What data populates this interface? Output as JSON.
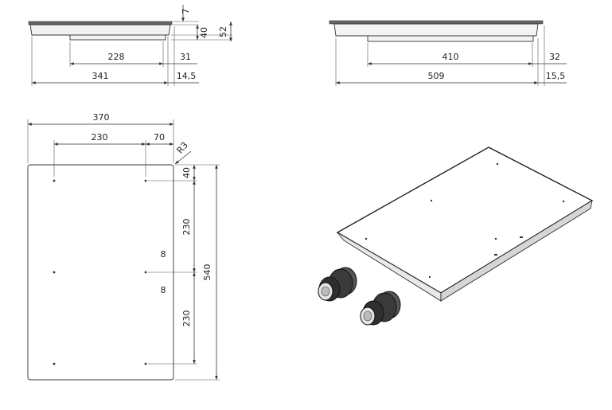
{
  "side_view_short": {
    "dims": {
      "top_thickness": "7",
      "depth_40": "40",
      "depth_52": "52",
      "bottom_228": "228",
      "offset_31": "31",
      "width_341": "341",
      "offset_145": "14,5"
    }
  },
  "side_view_long": {
    "dims": {
      "bottom_410": "410",
      "offset_32": "32",
      "width_509": "509",
      "offset_155": "15,5"
    }
  },
  "plan_view": {
    "dims": {
      "width_370": "370",
      "spacing_230": "230",
      "edge_70": "70",
      "radius": "R3",
      "edge_40": "40",
      "vspacing_230_a": "230",
      "vspacing_230_b": "230",
      "height_540": "540"
    },
    "marks": {
      "mark_a": "8",
      "mark_b": "8"
    }
  },
  "colors": {
    "line": "#333333",
    "background": "#ffffff"
  },
  "icons": {
    "knob": "control-knob-icon"
  }
}
